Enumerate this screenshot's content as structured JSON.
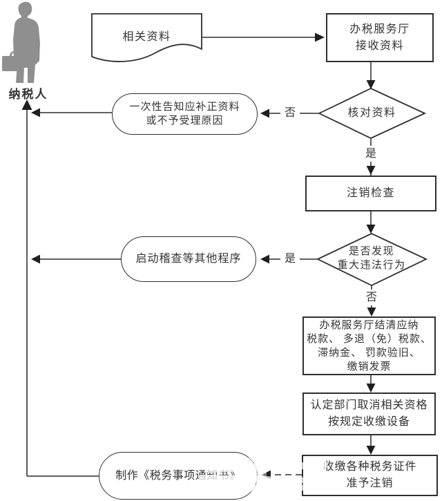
{
  "nodes": {
    "taxpayer": {
      "label": "纳税人"
    },
    "related_docs": {
      "label": "相关资料"
    },
    "receive_docs": {
      "lines": [
        "办税服务厅",
        "接收资料"
      ]
    },
    "verify_docs": {
      "label": "核对资料"
    },
    "onetime_notify": {
      "lines": [
        "一次性告知应补正资料",
        "或不予受理原因"
      ]
    },
    "deregistration_check": {
      "label": "注销检查"
    },
    "major_violation": {
      "lines": [
        "是否发现",
        "重大违法行为"
      ]
    },
    "start_audit": {
      "label": "启动稽查等其他程序"
    },
    "settle_taxes": {
      "lines": [
        "办税服务厅结清应纳",
        "税款、 多退（免）税款、",
        "滞纳金、 罚款验旧、",
        "缴销发票"
      ]
    },
    "revoke_qualification": {
      "lines": [
        "认定部门取消相关资格",
        "按规定收缴设备"
      ]
    },
    "collect_certificates": {
      "lines": [
        "收缴各种税务证件",
        "准予注销"
      ]
    },
    "make_notice": {
      "label": "制作《税务事项通知书》"
    }
  },
  "edge_labels": {
    "verify_no": "否",
    "verify_yes": "是",
    "violation_yes": "是",
    "violation_no": "否"
  },
  "colors": {
    "connector": "#4a4a4a",
    "border": "#2e2e2e",
    "text": "#333333",
    "silhouette": "#8f8f8f",
    "background": "#ffffff"
  }
}
